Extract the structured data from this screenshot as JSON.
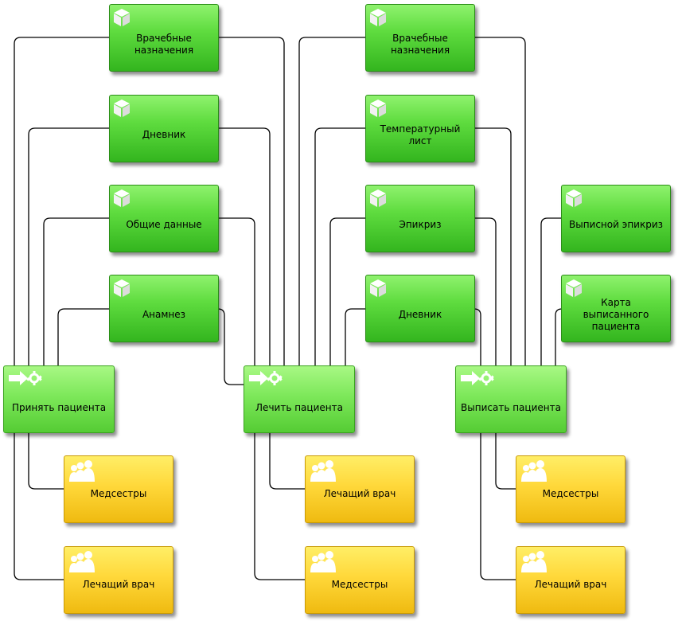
{
  "diagram": {
    "nodes": [
      {
        "id": "vn1",
        "kind": "doc",
        "label": "Врачебные\nназначения",
        "icon": "box-icon"
      },
      {
        "id": "dn1",
        "kind": "doc",
        "label": "Дневник",
        "icon": "box-icon"
      },
      {
        "id": "od1",
        "kind": "doc",
        "label": "Общие данные",
        "icon": "box-icon"
      },
      {
        "id": "an1",
        "kind": "doc",
        "label": "Анамнез",
        "icon": "box-icon"
      },
      {
        "id": "p1",
        "kind": "proc",
        "label": "Принять пациента",
        "icon": "process-arrow-icon"
      },
      {
        "id": "ms1",
        "kind": "role",
        "label": "Медсестры",
        "icon": "people-icon"
      },
      {
        "id": "lv1",
        "kind": "role",
        "label": "Лечащий врач",
        "icon": "people-icon"
      },
      {
        "id": "vn2",
        "kind": "doc",
        "label": "Врачебные\nназначения",
        "icon": "box-icon"
      },
      {
        "id": "tl2",
        "kind": "doc",
        "label": "Температурный\nлист",
        "icon": "box-icon"
      },
      {
        "id": "ep2",
        "kind": "doc",
        "label": "Эпикриз",
        "icon": "box-icon"
      },
      {
        "id": "dn2",
        "kind": "doc",
        "label": "Дневник",
        "icon": "box-icon"
      },
      {
        "id": "p2",
        "kind": "proc",
        "label": "Лечить пациента",
        "icon": "process-arrow-icon"
      },
      {
        "id": "lv2",
        "kind": "role",
        "label": "Лечащий врач",
        "icon": "people-icon"
      },
      {
        "id": "ms2",
        "kind": "role",
        "label": "Медсестры",
        "icon": "people-icon"
      },
      {
        "id": "ve3",
        "kind": "doc",
        "label": "Выписной эпикриз",
        "icon": "box-icon"
      },
      {
        "id": "kv3",
        "kind": "doc",
        "label": "Карта выписанного\nпациента",
        "icon": "box-icon"
      },
      {
        "id": "p3",
        "kind": "proc",
        "label": "Выписать пациента",
        "icon": "process-arrow-icon"
      },
      {
        "id": "ms3",
        "kind": "role",
        "label": "Медсестры",
        "icon": "people-icon"
      },
      {
        "id": "lv3",
        "kind": "role",
        "label": "Лечащий врач",
        "icon": "people-icon"
      }
    ],
    "edges": [
      [
        "vn1",
        "p1"
      ],
      [
        "dn1",
        "p1"
      ],
      [
        "od1",
        "p1"
      ],
      [
        "an1",
        "p1"
      ],
      [
        "p1",
        "ms1"
      ],
      [
        "p1",
        "lv1"
      ],
      [
        "vn1",
        "p2"
      ],
      [
        "dn1",
        "p2"
      ],
      [
        "od1",
        "p2"
      ],
      [
        "an1",
        "p2"
      ],
      [
        "vn2",
        "p2"
      ],
      [
        "tl2",
        "p2"
      ],
      [
        "ep2",
        "p2"
      ],
      [
        "dn2",
        "p2"
      ],
      [
        "p2",
        "lv2"
      ],
      [
        "p2",
        "ms2"
      ],
      [
        "vn2",
        "p3"
      ],
      [
        "tl2",
        "p3"
      ],
      [
        "ep2",
        "p3"
      ],
      [
        "dn2",
        "p3"
      ],
      [
        "ve3",
        "p3"
      ],
      [
        "kv3",
        "p3"
      ],
      [
        "p3",
        "ms3"
      ],
      [
        "p3",
        "lv3"
      ]
    ],
    "colors": {
      "document": "#4ccb2c",
      "process": "#7de85a",
      "role": "#ffd83a",
      "connector": "#000000"
    }
  }
}
